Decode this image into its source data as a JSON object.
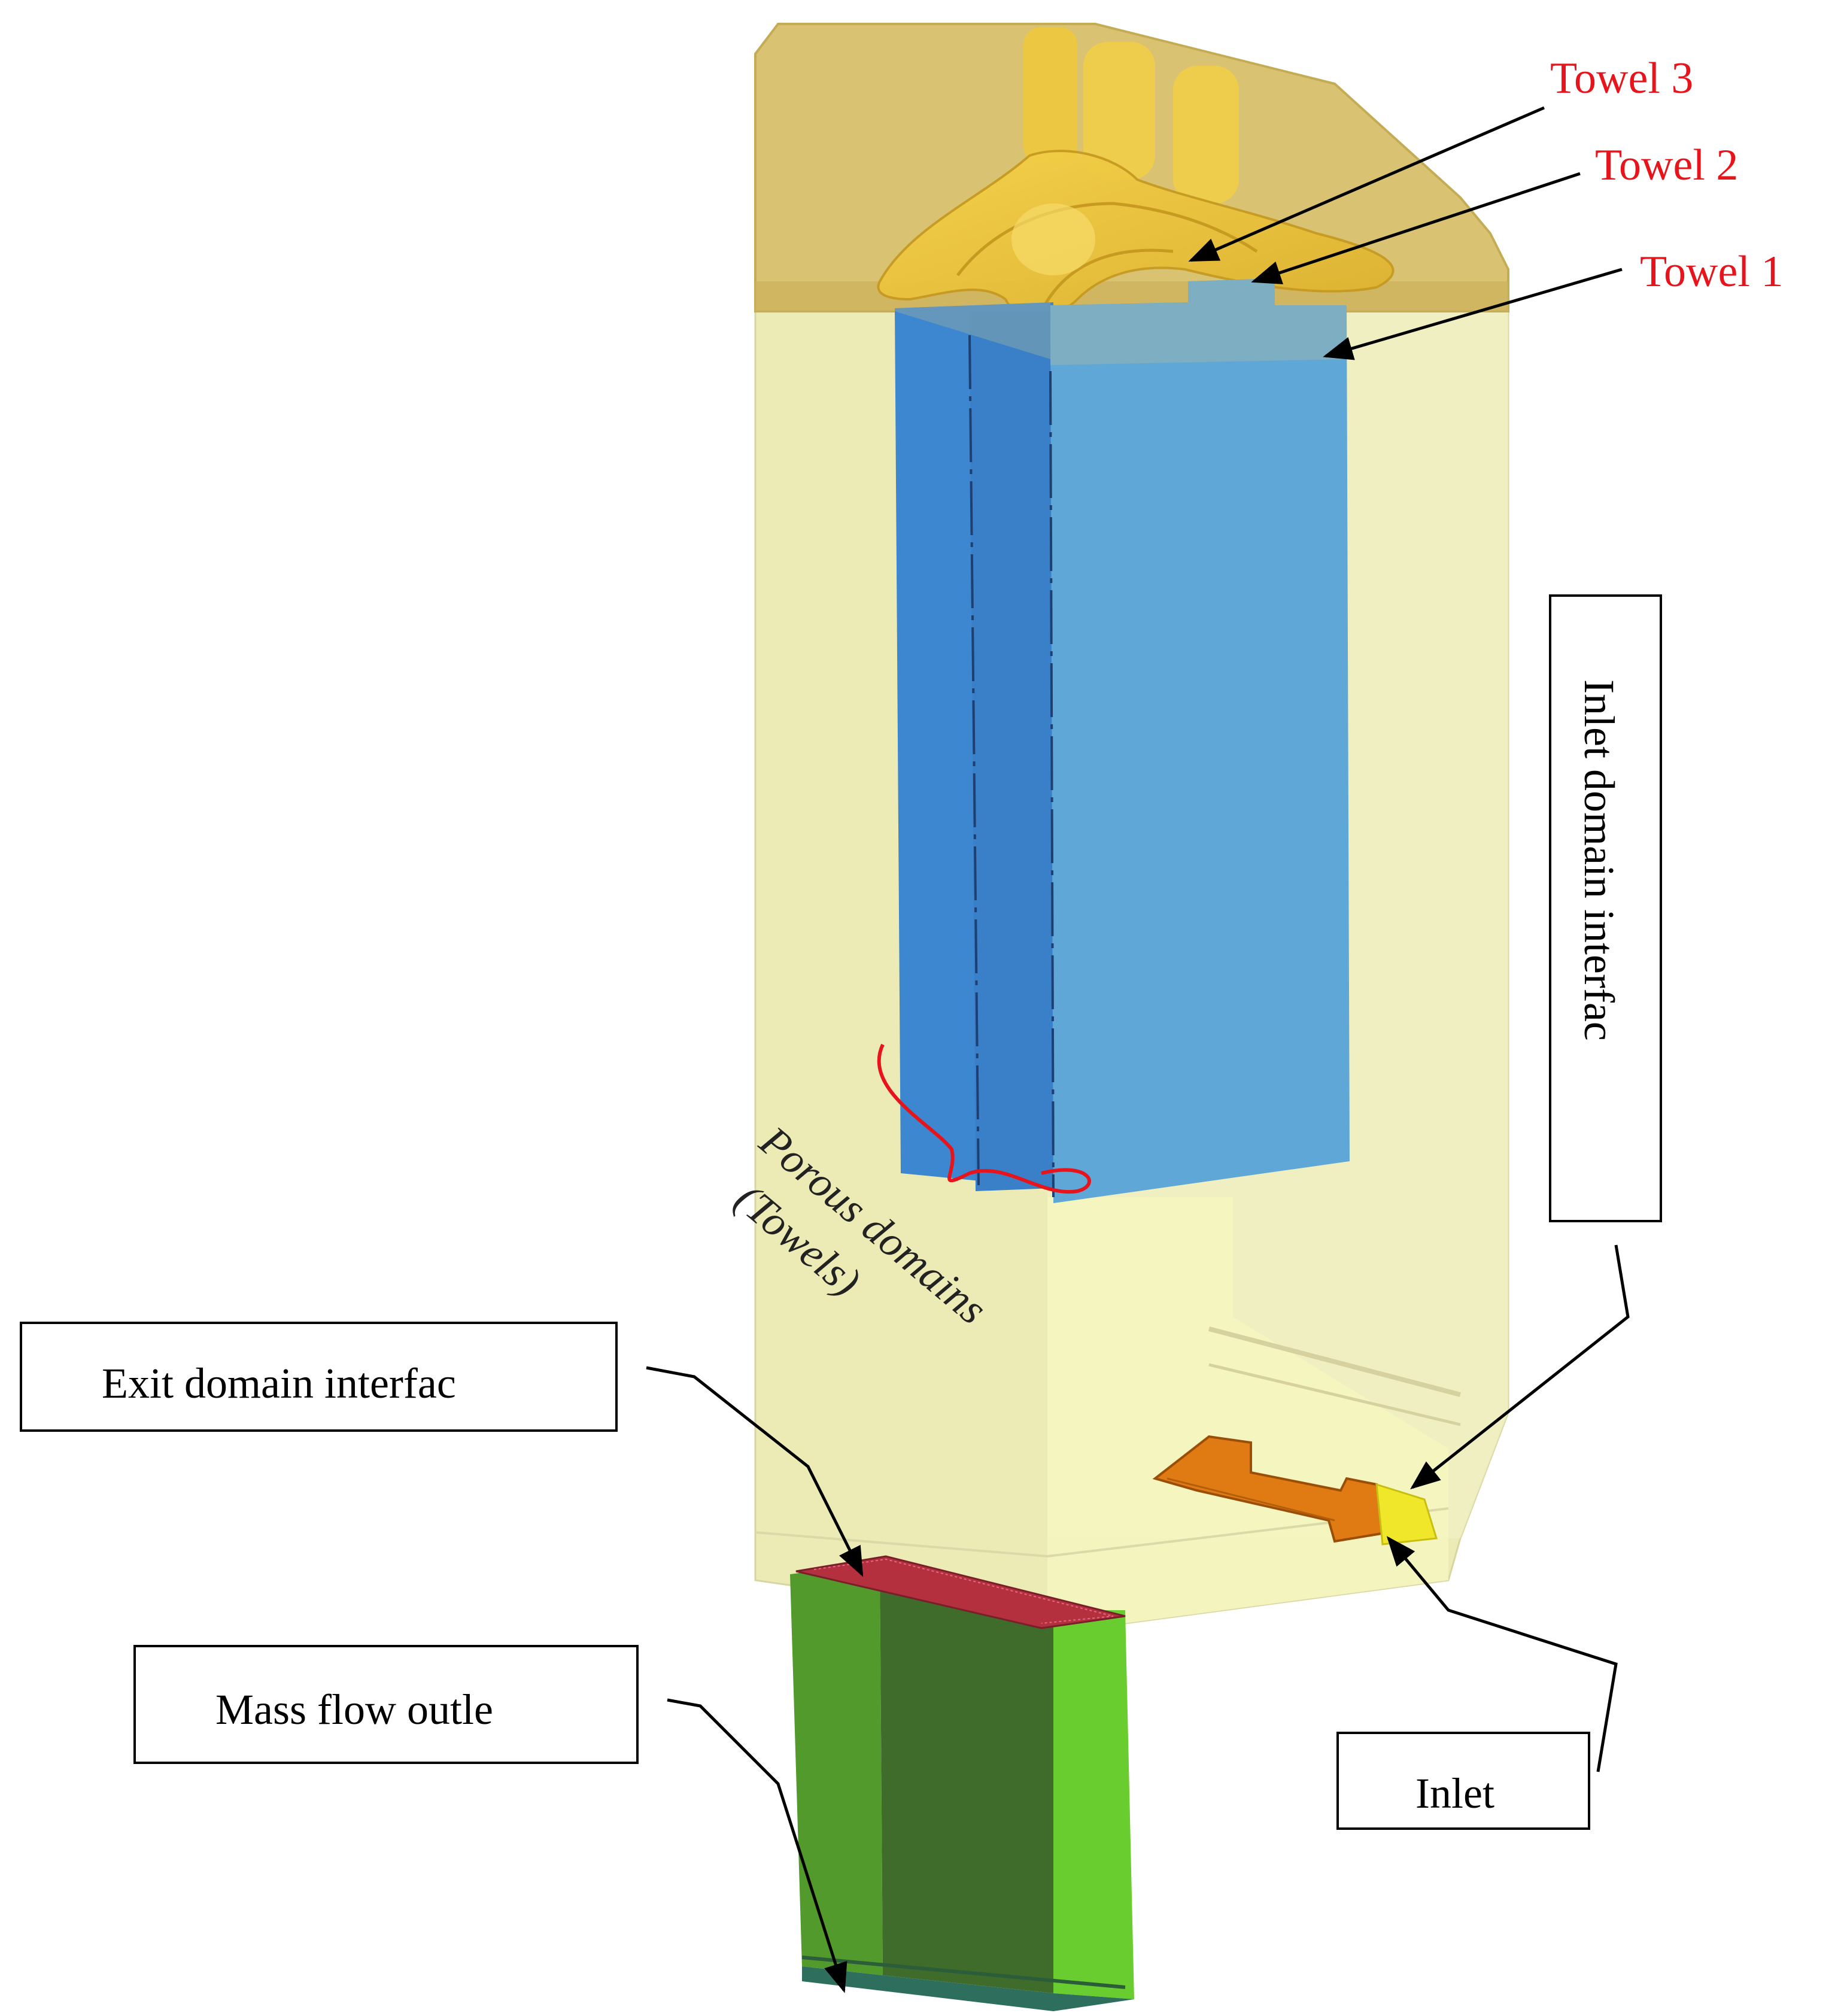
{
  "labels": {
    "towel3": "Towel 3",
    "towel2": "Towel 2",
    "towel1": "Towel 1",
    "porous_line1": "Porous domains",
    "porous_line2": "(Towels)",
    "inlet_interface": "Inlet  domain  interfac",
    "exit_interface": "Exit  domain  interfac",
    "mass_flow_outlet": "Mass  flow  outle",
    "inlet": "Inlet"
  },
  "colors": {
    "towel_label": "#e8141c",
    "body_fill": "#ecebb8",
    "body_front": "#e6e4b0",
    "body_side": "#eeeec4",
    "top_cap": "#d7bf6e",
    "porous_dark": "#3d86d0",
    "porous_light": "#5fa7d6",
    "outlet_green": "#519a2b",
    "outlet_dark": "#3e6b2a",
    "outlet_light": "#6acd2f",
    "inlet_orange": "#e07a12",
    "inlet_yellow": "#f0e62a"
  }
}
